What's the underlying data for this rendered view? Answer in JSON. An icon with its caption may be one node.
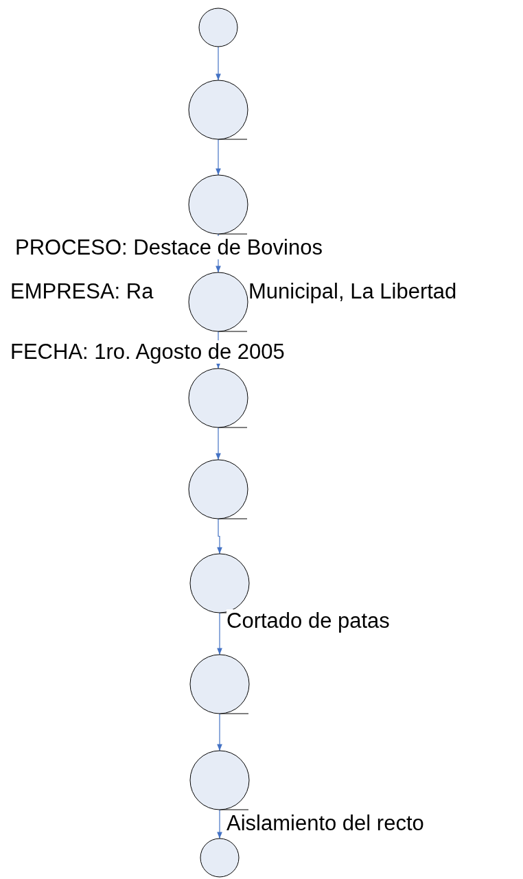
{
  "diagram": {
    "nodes": [
      {
        "text": [],
        "shape": "circle"
      },
      {
        "text": [],
        "shape": "circle"
      },
      {
        "text": [],
        "shape": "circle"
      },
      {
        "text": [],
        "shape": "circle"
      },
      {
        "text": [],
        "shape": "circle"
      },
      {
        "text": [],
        "shape": "circle"
      },
      {
        "text": [],
        "shape": "circle",
        "beside": [
          "Cortado de patas"
        ]
      },
      {
        "text": [],
        "shape": "circle"
      },
      {
        "text": [],
        "shape": "circle",
        "beside": [
          "Aislamiento del recto"
        ]
      },
      {
        "text": [],
        "shape": "circle"
      }
    ],
    "edges": [
      {
        "from": 0,
        "to": 1,
        "arrow": "to"
      },
      {
        "from": 1,
        "to": 2,
        "arrow": "to"
      },
      {
        "from": 2,
        "to": 3,
        "arrow": "to"
      },
      {
        "from": 3,
        "to": 4,
        "arrow": "to"
      },
      {
        "from": 4,
        "to": 5,
        "arrow": "to"
      },
      {
        "from": 5,
        "to": 6,
        "arrow": "to"
      },
      {
        "from": 6,
        "to": 7,
        "arrow": "to"
      },
      {
        "from": 7,
        "to": 8,
        "arrow": "to"
      },
      {
        "from": 8,
        "to": 9,
        "arrow": "to"
      }
    ],
    "labels": [
      "PROCESO: Destace de Bovinos",
      "EMPRESA: Ra",
      "Municipal, La Libertad",
      "FECHA: 1ro. Agosto de 2005"
    ]
  }
}
